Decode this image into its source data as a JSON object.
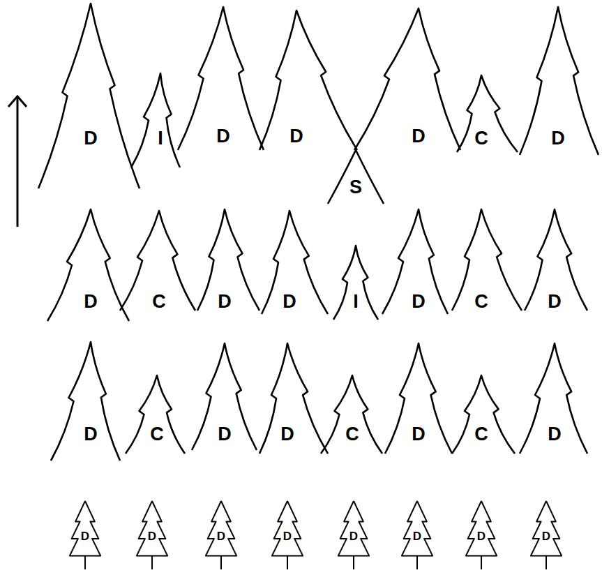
{
  "diagram": {
    "nodes": [
      {
        "text": [
          "D"
        ]
      },
      {
        "text": [
          "I"
        ]
      },
      {
        "text": [
          "D"
        ]
      },
      {
        "text": [
          "D"
        ]
      },
      {
        "text": [
          "S"
        ]
      },
      {
        "text": [
          "D"
        ]
      },
      {
        "text": [
          "C"
        ]
      },
      {
        "text": [
          "D"
        ]
      },
      {
        "text": [
          "D"
        ]
      },
      {
        "text": [
          "C"
        ]
      },
      {
        "text": [
          "D"
        ]
      },
      {
        "text": [
          "D"
        ]
      },
      {
        "text": [
          "I"
        ]
      },
      {
        "text": [
          "D"
        ]
      },
      {
        "text": [
          "C"
        ]
      },
      {
        "text": [
          "D"
        ]
      },
      {
        "text": [
          "D"
        ]
      },
      {
        "text": [
          "C"
        ]
      },
      {
        "text": [
          "D"
        ]
      },
      {
        "text": [
          "D"
        ]
      },
      {
        "text": [
          "C"
        ]
      },
      {
        "text": [
          "D"
        ]
      },
      {
        "text": [
          "C"
        ]
      },
      {
        "text": [
          "D"
        ]
      },
      {
        "text": [
          "D"
        ]
      },
      {
        "text": [
          "D"
        ]
      },
      {
        "text": [
          "D"
        ]
      },
      {
        "text": [
          "D"
        ]
      },
      {
        "text": [
          "D"
        ]
      },
      {
        "text": [
          "D"
        ]
      },
      {
        "text": [
          "D"
        ]
      },
      {
        "text": [
          "D"
        ]
      }
    ]
  }
}
